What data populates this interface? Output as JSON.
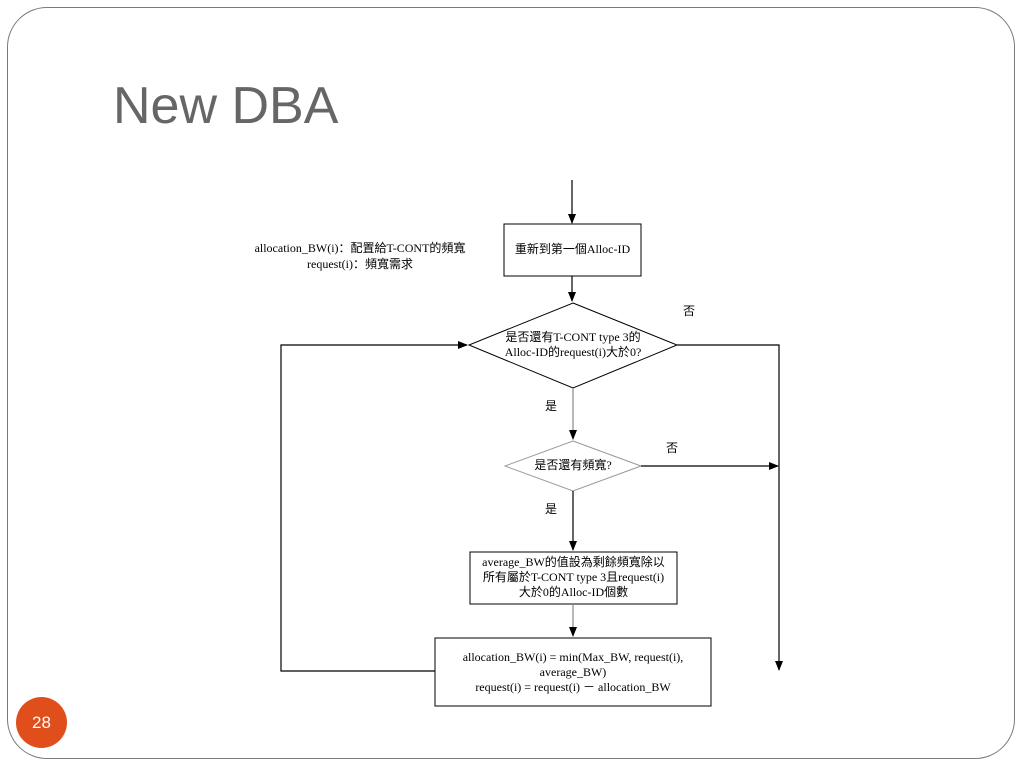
{
  "slide": {
    "title": "New DBA",
    "page_number": "28"
  },
  "legend": {
    "line1": "allocation_BW(i)：配置給T-CONT的頻寬",
    "line2": "request(i)：頻寬需求"
  },
  "flowchart": {
    "start_box": "重新到第一個Alloc-ID",
    "decision1": {
      "line1": "是否還有T-CONT type 3的",
      "line2": "Alloc-ID的request(i)大於0?"
    },
    "decision2": "是否還有頻寬?",
    "compute_box": {
      "line1": "average_BW的值設為剩餘頻寬除以",
      "line2": "所有屬於T-CONT type 3且request(i)",
      "line3": "大於0的Alloc-ID個數"
    },
    "allocate_box": {
      "line1": "allocation_BW(i) = min(Max_BW, request(i),",
      "line2": "average_BW)",
      "line3": "request(i) = request(i) － allocation_BW"
    },
    "labels": {
      "yes_1": "是",
      "no_1": "否",
      "yes_2": "是",
      "no_2": "否"
    }
  }
}
